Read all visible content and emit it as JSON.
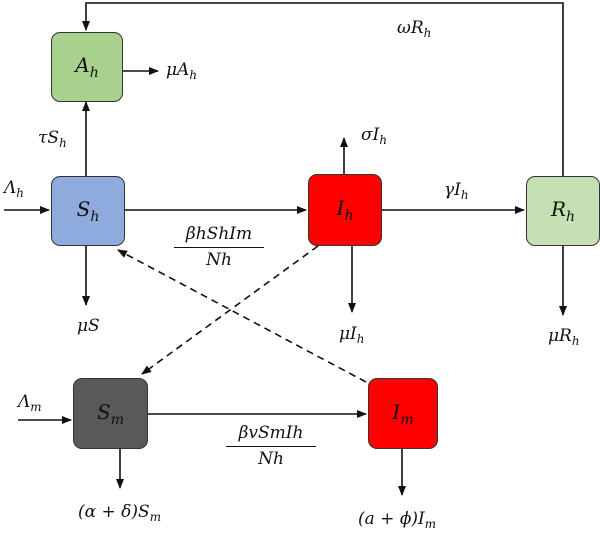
{
  "nodes": {
    "Ah": {
      "main": "A",
      "sub": "h",
      "color": "#a9d18e"
    },
    "Sh": {
      "main": "S",
      "sub": "h",
      "color": "#8faadc"
    },
    "Ih": {
      "main": "I",
      "sub": "h",
      "color": "#ff0000"
    },
    "Rh": {
      "main": "R",
      "sub": "h",
      "color": "#c5e0b4"
    },
    "Sm": {
      "main": "S",
      "sub": "m",
      "color": "#595959"
    },
    "Im": {
      "main": "I",
      "sub": "m",
      "color": "#ff0000"
    }
  },
  "labels": {
    "omega_R": {
      "main": "ωR",
      "sub": "h"
    },
    "mu_A": {
      "main": "μA",
      "sub": "h"
    },
    "tau_S": {
      "main": "τS",
      "sub": "h"
    },
    "sigma_I": {
      "main": "σI",
      "sub": "h"
    },
    "Lambda_h": {
      "main": "Λ",
      "sub": "h"
    },
    "gamma_I": {
      "main": "γI",
      "sub": "h"
    },
    "mu_S": {
      "main": "μS",
      "sub": ""
    },
    "mu_I": {
      "main": "μI",
      "sub": "h"
    },
    "mu_R": {
      "main": "μR",
      "sub": "h"
    },
    "Lambda_m": {
      "main": "Λ",
      "sub": "m"
    },
    "alpha_delta_S": {
      "main": "(α + δ)S",
      "sub": "m"
    },
    "a_phi_I": {
      "main": "(a + ϕ)I",
      "sub": "m"
    }
  },
  "fractions": {
    "human": {
      "numerator": "βhShIm",
      "denominator": "Nh"
    },
    "mosquito": {
      "numerator": "βvSmIh",
      "denominator": "Nh"
    }
  }
}
